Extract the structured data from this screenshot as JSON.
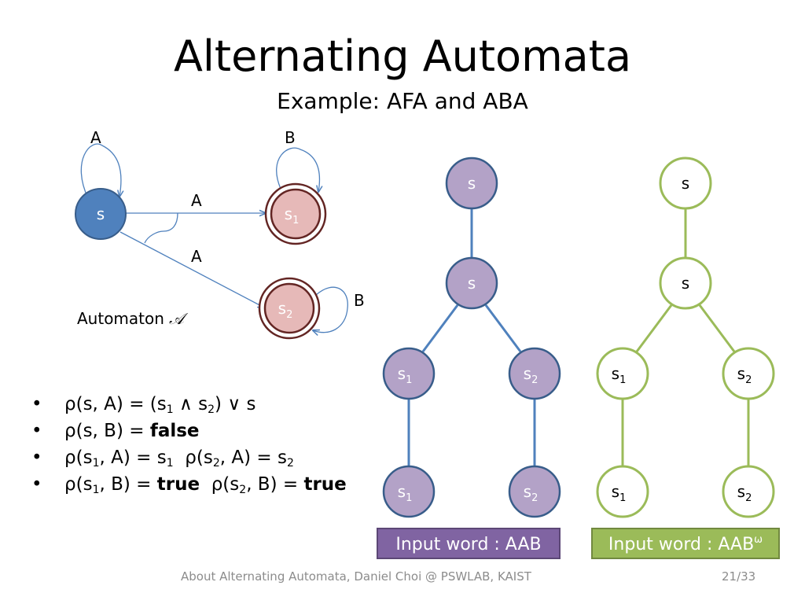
{
  "slide": {
    "title": "Alternating Automata",
    "subtitle": "Example: AFA and ABA",
    "footer": "About Alternating Automata, Daniel Choi @ PSWLAB, KAIST",
    "page": "21/33"
  },
  "automaton": {
    "caption": "Automaton",
    "caption_symbol": "𝒜",
    "states": {
      "s": "s",
      "s1_base": "s",
      "s1_sub": "1",
      "s2_base": "s",
      "s2_sub": "2"
    },
    "edges": {
      "self_s": "A",
      "s_to_s1": "A",
      "s_to_s2": "A",
      "self_s1": "B",
      "self_s2": "B"
    }
  },
  "rules": {
    "r1": {
      "a": "ρ(s, A) = (s",
      "a_sub1": "1",
      "b": " ∧ s",
      "b_sub2": "2",
      "c": ") ∨ s"
    },
    "r2": {
      "a": "ρ(s, B) = ",
      "bold": "false"
    },
    "r3": {
      "a": "ρ(s",
      "sub1": "1",
      "b": ", A) = s",
      "sub2": "1",
      "c": "  ρ(s",
      "sub3": "2",
      "d": ", A) = s",
      "sub4": "2"
    },
    "r4": {
      "a": "ρ(s",
      "sub1": "1",
      "b": ", B) = ",
      "bold1": "true",
      "c": "  ρ(s",
      "sub2": "2",
      "d": ", B) = ",
      "bold2": "true"
    }
  },
  "run_tree_afa": {
    "nodes": {
      "root": "s",
      "mid": "s",
      "l1_base": "s",
      "l1_sub": "1",
      "r1_base": "s",
      "r1_sub": "2",
      "l2_base": "s",
      "l2_sub": "1",
      "r2_base": "s",
      "r2_sub": "2"
    },
    "input_label": "Input word : AAB"
  },
  "run_tree_aba": {
    "nodes": {
      "root": "s",
      "mid": "s",
      "l1_base": "s",
      "l1_sub": "1",
      "r1_base": "s",
      "r1_sub": "2",
      "l2_base": "s",
      "l2_sub": "1",
      "r2_base": "s",
      "r2_sub": "2"
    },
    "input_label": "Input word : AAB",
    "input_sup": "ω"
  },
  "colors": {
    "state_blue": "#4f81bd",
    "accept_pink": "#e6b9b8",
    "accept_ring": "#632523",
    "tree_purple": "#b3a2c7",
    "tree_purple_border": "#385d8a",
    "tree_green": "#9bbb59"
  }
}
